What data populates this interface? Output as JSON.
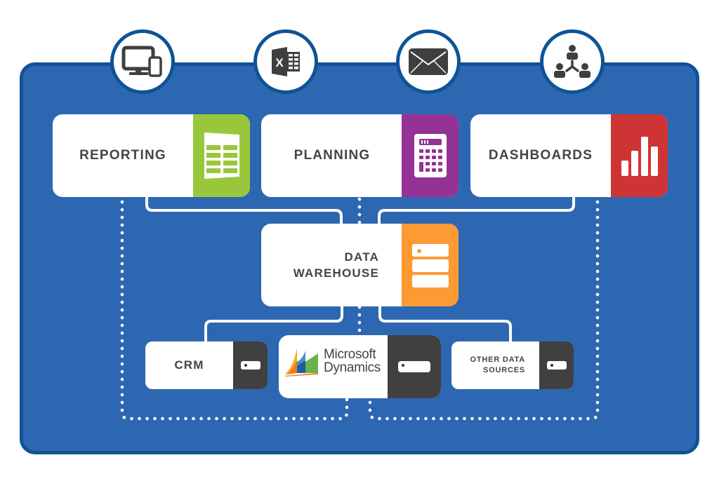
{
  "top_icons": [
    {
      "name": "devices-icon",
      "meaning": "desktop and mobile"
    },
    {
      "name": "excel-icon",
      "meaning": "Excel"
    },
    {
      "name": "email-icon",
      "meaning": "email"
    },
    {
      "name": "org-chart-icon",
      "meaning": "people network"
    }
  ],
  "outputs": [
    {
      "label": "REPORTING",
      "color": "#99c73b",
      "icon": "spreadsheet-icon"
    },
    {
      "label": "PLANNING",
      "color": "#943296",
      "icon": "calculator-icon"
    },
    {
      "label": "DASHBOARDS",
      "color": "#cf3434",
      "icon": "bar-chart-icon"
    }
  ],
  "warehouse": {
    "line1": "DATA",
    "line2": "WAREHOUSE",
    "color": "#fd9a33",
    "icon": "database-icon"
  },
  "sources": [
    {
      "label": "CRM",
      "color": "#404040",
      "icon": "server-icon"
    },
    {
      "brand_line1": "Microsoft",
      "brand_line2": "Dynamics",
      "color": "#404040",
      "icon": "server-icon"
    },
    {
      "line1": "OTHER DATA",
      "line2": "SOURCES",
      "color": "#404040",
      "icon": "server-icon"
    }
  ],
  "colors": {
    "frame_bg": "#2e67b1",
    "frame_border": "#0f5395",
    "icon_gray": "#3f3f3f"
  }
}
